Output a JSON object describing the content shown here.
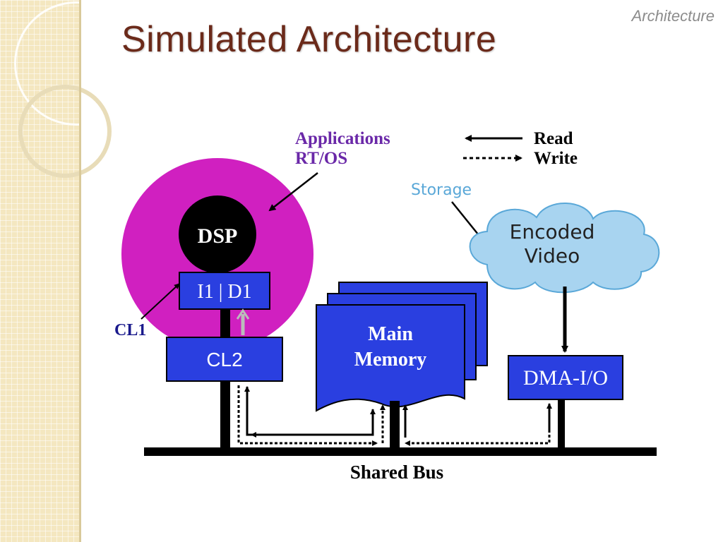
{
  "slide": {
    "title": "Simulated Architecture",
    "section_label": "Architecture"
  },
  "diagram": {
    "annotation_app": "Applications",
    "annotation_rtos": "RT/OS",
    "legend_read": "Read",
    "legend_write": "Write",
    "storage_label": "Storage",
    "cloud_line1": "Encoded",
    "cloud_line2": "Video",
    "dsp": "DSP",
    "cache_l1": "I1 | D1",
    "cl1_label": "CL1",
    "cl2": "CL2",
    "main_memory_line1": "Main",
    "main_memory_line2": "Memory",
    "dma": "DMA-I/O",
    "bus_label": "Shared Bus",
    "colors": {
      "magenta": "#d020c0",
      "blue_box": "#2a3fe0",
      "navy_text": "#1a1a8c",
      "purple_text": "#6a28a8",
      "cloud": "#a8d4f0",
      "storage_text": "#5aa8d8"
    }
  }
}
